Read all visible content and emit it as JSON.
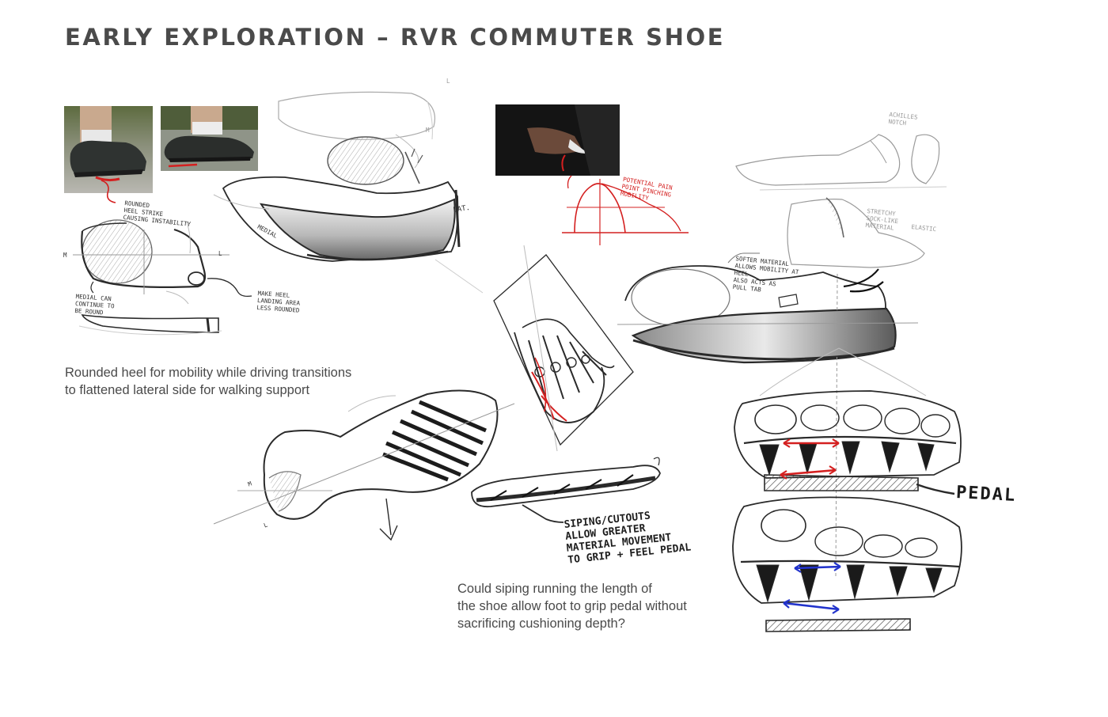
{
  "title": "EARLY EXPLORATION – RVR COMMUTER SHOE",
  "captions": {
    "heel": [
      "Rounded heel for mobility while driving transitions",
      "to flattened lateral side for walking support"
    ],
    "siping": [
      "Could siping running the length of",
      "the shoe allow foot to grip pedal without",
      "sacrificing cushioning depth?"
    ]
  },
  "notes": {
    "heel_strike": [
      "ROUNDED",
      "HEEL STRIKE",
      "CAUSING INSTABILITY"
    ],
    "medial_can": [
      "MEDIAL CAN",
      "CONTINUE TO",
      "BE ROUND"
    ],
    "make_heel": [
      "MAKE HEEL",
      "LANDING AREA",
      "LESS ROUNDED"
    ],
    "medial": "MEDIAL",
    "lat": "LAT.",
    "m_upper": "M",
    "l_upper": "L",
    "m_left": "M",
    "l_mid": "L",
    "m_sole": "M",
    "l_sole": "L",
    "potential_pain": [
      "POTENTIAL PAIN",
      "POINT PINCHING",
      "MOBILITY"
    ],
    "achilles": [
      "ACHILLES",
      "NOTCH"
    ],
    "stretchy": [
      "STRETCHY",
      "SOCK-LIKE",
      "MATERIAL"
    ],
    "elastic": "ELASTIC",
    "softer_material": [
      "SOFTER MATERIAL",
      "ALLOWS MOBILITY AT",
      "HEEL",
      "ALSO ACTS AS",
      "PULL TAB"
    ],
    "siping_cutouts": [
      "SIPING/CUTOUTS",
      "ALLOW GREATER",
      "MATERIAL MOVEMENT",
      "TO GRIP + FEEL PEDAL"
    ],
    "pedal": "PEDAL"
  },
  "colors": {
    "annotation_red": "#d42020",
    "annotation_blue": "#2233cc",
    "sketch_ink": "#2a2a2a",
    "caption_text": "#4a4a4a"
  },
  "icons": [
    "shoe-sketch",
    "foot-skeleton-sketch",
    "sole-cross-section-sketch",
    "reference-photo"
  ]
}
